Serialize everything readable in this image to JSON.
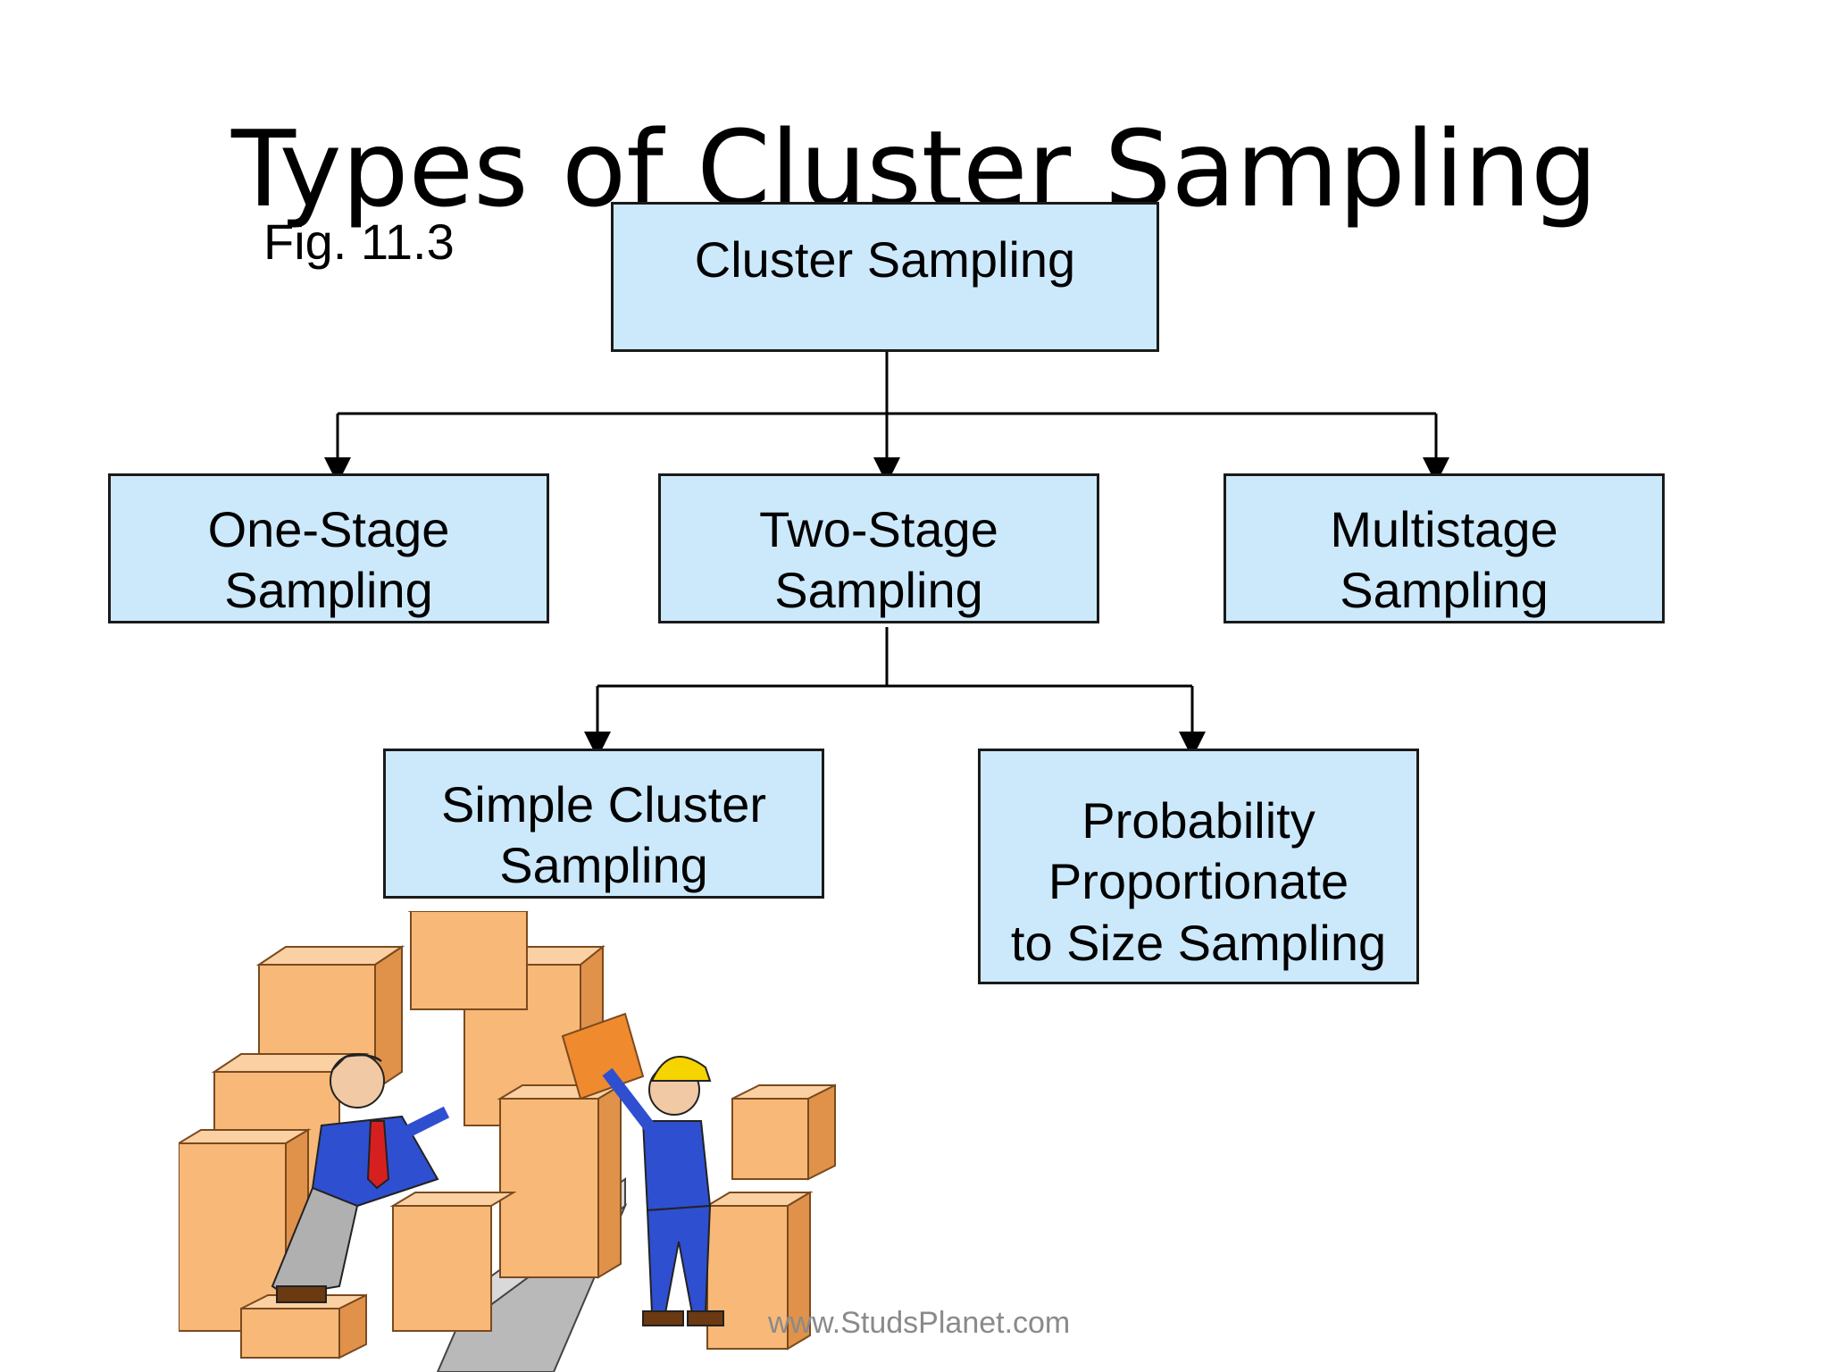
{
  "slide": {
    "title": "Types of Cluster Sampling",
    "figure_label": "Fig. 11.3",
    "watermark": "www.StudsPlanet.com"
  },
  "colors": {
    "node_fill": "#cce9fb",
    "node_border": "#1a1a1a",
    "connector": "#000000",
    "box_orange": "#f7b878",
    "box_shadow": "#e0924a"
  },
  "diagram": {
    "root": {
      "lines": [
        "Cluster Sampling"
      ]
    },
    "level1": [
      {
        "lines": [
          "One-Stage",
          "Sampling"
        ]
      },
      {
        "lines": [
          "Two-Stage",
          "Sampling"
        ]
      },
      {
        "lines": [
          "Multistage",
          "Sampling"
        ]
      }
    ],
    "level2": [
      {
        "lines": [
          "Simple Cluster",
          "Sampling"
        ]
      },
      {
        "lines": [
          "Probability",
          "Proportionate",
          "to Size Sampling"
        ]
      }
    ]
  },
  "illustration": {
    "description_icon": "workers-moving-boxes-clipart"
  }
}
